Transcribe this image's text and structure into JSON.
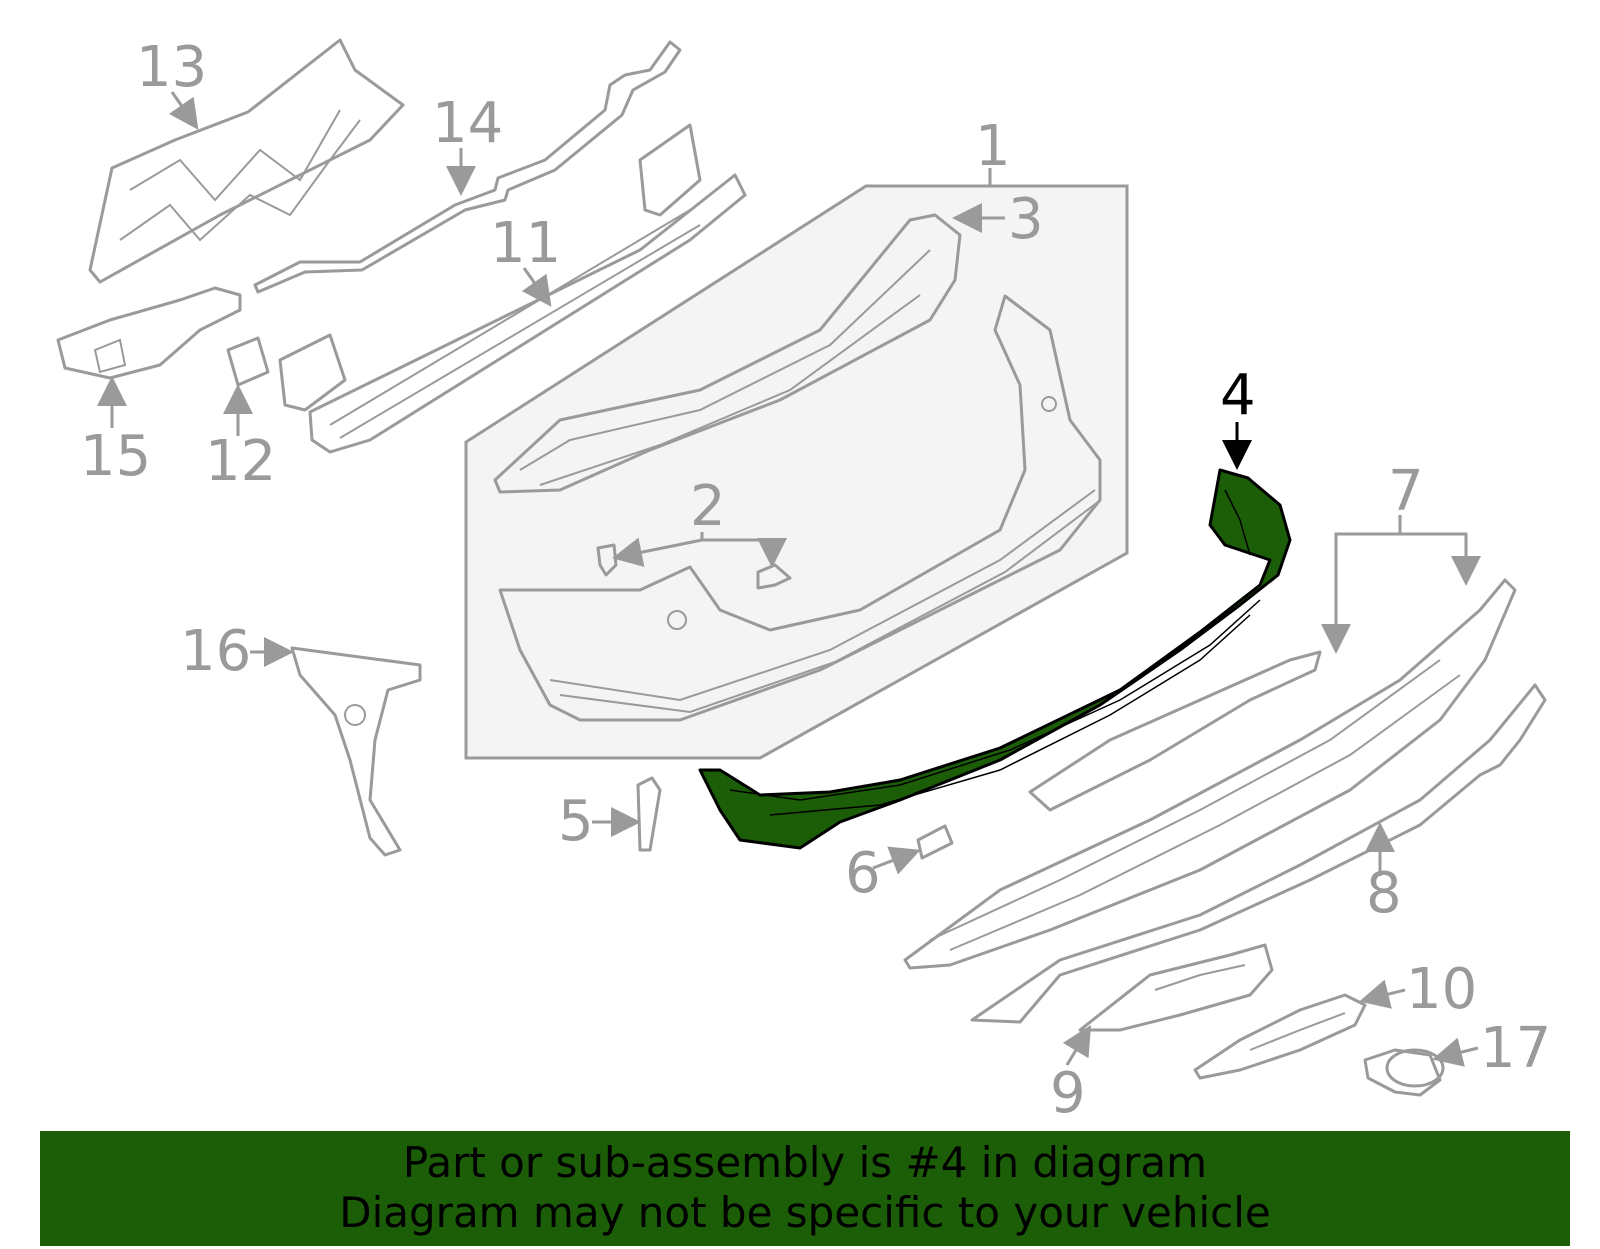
{
  "callouts": {
    "c1": "1",
    "c2": "2",
    "c3": "3",
    "c4": "4",
    "c5": "5",
    "c6": "6",
    "c7": "7",
    "c8": "8",
    "c9": "9",
    "c10": "10",
    "c11": "11",
    "c12": "12",
    "c13": "13",
    "c14": "14",
    "c15": "15",
    "c16": "16",
    "c17": "17"
  },
  "highlighted_part": "4",
  "colors": {
    "highlight_fill": "#1c5d07",
    "line_gray": "#9a9a9a",
    "assembly_box_fill": "#f4f4f4",
    "banner_bg": "#1c5d07"
  },
  "banner": {
    "line1": "Part or sub-assembly is #4 in diagram",
    "line2": "Diagram may not be specific to your vehicle"
  }
}
